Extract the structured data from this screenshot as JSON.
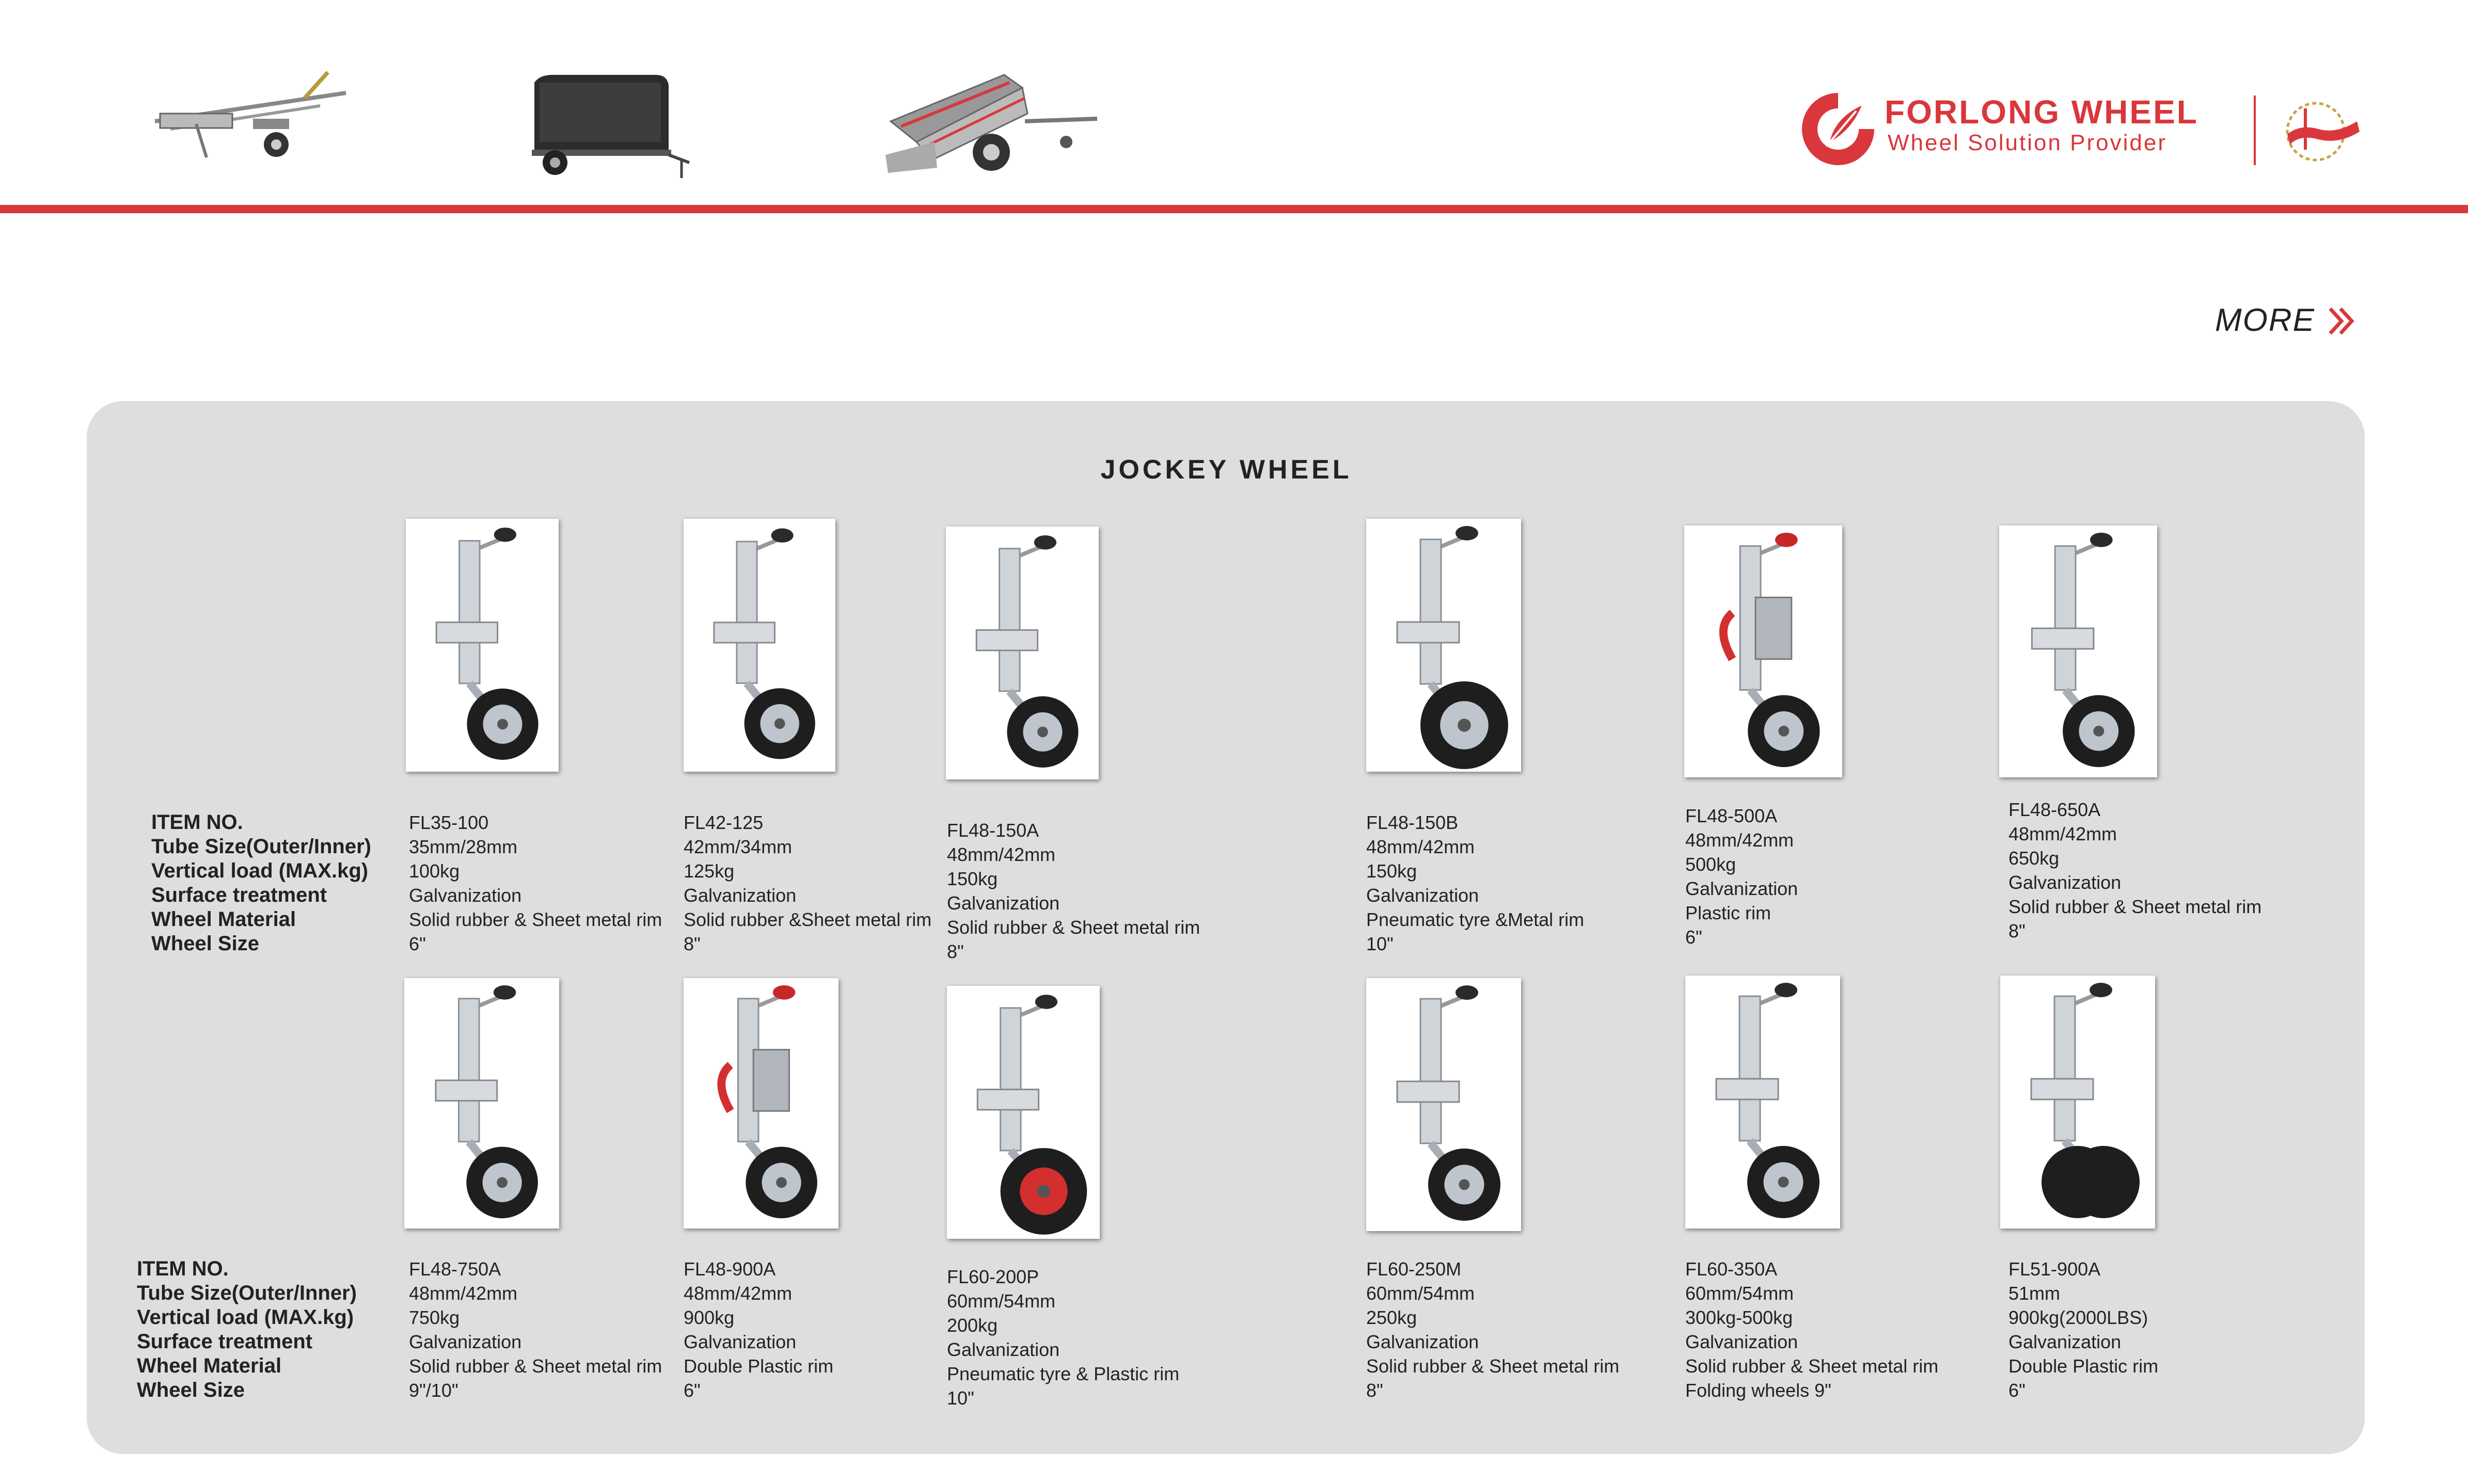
{
  "brand": {
    "name": "FORLONG WHEEL",
    "tagline": "Wheel Solution Provider",
    "accent_color": "#d9373b"
  },
  "more_label": "MORE",
  "section_title": "JOCKEY WHEEL",
  "spec_labels": [
    "ITEM NO.",
    "Tube Size(Outer/Inner)",
    "Vertical load (MAX.kg)",
    "Surface treatment",
    "Wheel Material",
    "Wheel Size"
  ],
  "products_row1": [
    {
      "item": "FL35-100",
      "tube": "35mm/28mm",
      "load": "100kg",
      "surface": "Galvanization",
      "material": "Solid rubber & Sheet metal rim",
      "size": "6\""
    },
    {
      "item": "FL42-125",
      "tube": "42mm/34mm",
      "load": "125kg",
      "surface": "Galvanization",
      "material": "Solid rubber &Sheet metal rim",
      "size": "8\""
    },
    {
      "item": "FL48-150A",
      "tube": "48mm/42mm",
      "load": "150kg",
      "surface": "Galvanization",
      "material": "Solid rubber  & Sheet  metal rim",
      "size": "8\""
    },
    {
      "item": "FL48-150B",
      "tube": "48mm/42mm",
      "load": "150kg",
      "surface": "Galvanization",
      "material": "Pneumatic tyre &Metal rim",
      "size": "10\""
    },
    {
      "item": "FL48-500A",
      "tube": "48mm/42mm",
      "load": "500kg",
      "surface": "Galvanization",
      "material": "Plastic rim",
      "size": "6\""
    },
    {
      "item": "FL48-650A",
      "tube": "48mm/42mm",
      "load": "650kg",
      "surface": "Galvanization",
      "material": "Solid rubber & Sheet metal rim",
      "size": "8\""
    }
  ],
  "products_row2": [
    {
      "item": "FL48-750A",
      "tube": "48mm/42mm",
      "load": "750kg",
      "surface": "Galvanization",
      "material": "Solid rubber & Sheet metal rim",
      "size": "9\"/10\""
    },
    {
      "item": "FL48-900A",
      "tube": "48mm/42mm",
      "load": "900kg",
      "surface": "Galvanization",
      "material": "Double Plastic rim",
      "size": "6\""
    },
    {
      "item": "FL60-200P",
      "tube": "60mm/54mm",
      "load": "200kg",
      "surface": "Galvanization",
      "material": "Pneumatic tyre & Plastic rim",
      "size": "10\""
    },
    {
      "item": "FL60-250M",
      "tube": "60mm/54mm",
      "load": "250kg",
      "surface": "Galvanization",
      "material": "Solid rubber & Sheet metal rim",
      "size": "8\""
    },
    {
      "item": "FL60-350A",
      "tube": "60mm/54mm",
      "load": "300kg-500kg",
      "surface": "Galvanization",
      "material": "Solid rubber & Sheet metal rim",
      "size": "Folding wheels 9\""
    },
    {
      "item": "FL51-900A",
      "tube": "51mm",
      "load": "900kg(2000LBS)",
      "surface": "Galvanization",
      "material": "Double Plastic rim",
      "size": "6\""
    }
  ]
}
